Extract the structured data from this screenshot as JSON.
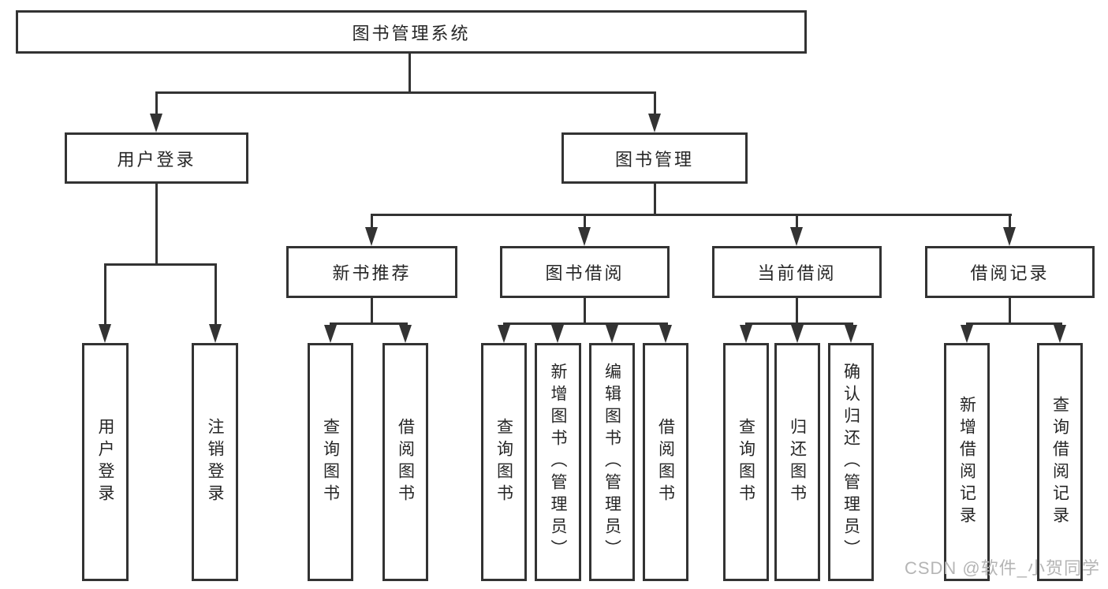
{
  "diagram_type": "hierarchy-tree",
  "colors": {
    "background": "#ffffff",
    "line": "#333333",
    "text": "#262626",
    "watermark": "#b5b5b5"
  },
  "tree": {
    "label": "图书管理系统",
    "children": [
      {
        "label": "用户登录",
        "children": [
          {
            "label": "用户登录"
          },
          {
            "label": "注销登录"
          }
        ]
      },
      {
        "label": "图书管理",
        "children": [
          {
            "label": "新书推荐",
            "children": [
              {
                "label": "查询图书"
              },
              {
                "label": "借阅图书"
              }
            ]
          },
          {
            "label": "图书借阅",
            "children": [
              {
                "label": "查询图书"
              },
              {
                "label": "新增图书（管理员）"
              },
              {
                "label": "编辑图书（管理员）"
              },
              {
                "label": "借阅图书"
              }
            ]
          },
          {
            "label": "当前借阅",
            "children": [
              {
                "label": "查询图书"
              },
              {
                "label": "归还图书"
              },
              {
                "label": "确认归还（管理员）"
              }
            ]
          },
          {
            "label": "借阅记录",
            "children": [
              {
                "label": "新增借阅记录"
              },
              {
                "label": "查询借阅记录"
              }
            ]
          }
        ]
      }
    ]
  },
  "watermark": {
    "text": "CSDN @软件_小贺同学"
  }
}
